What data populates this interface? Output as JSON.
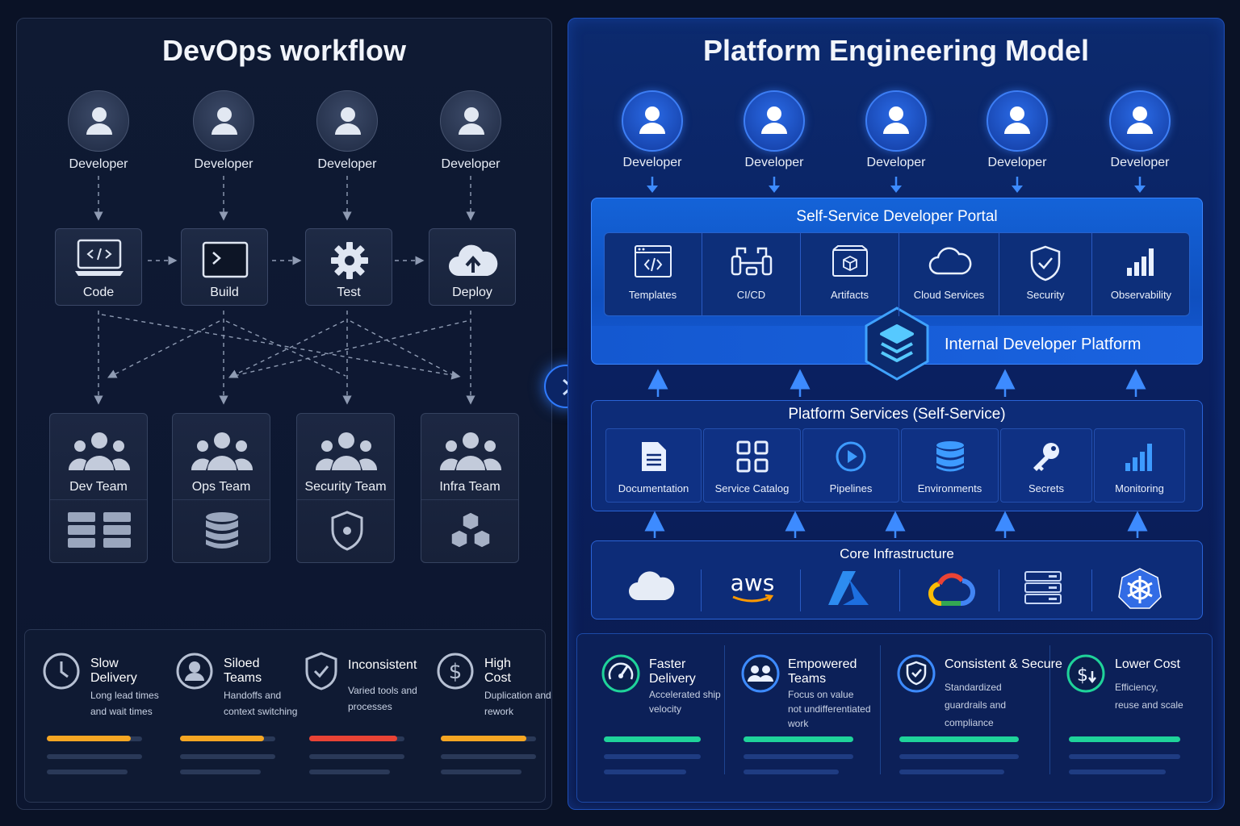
{
  "left": {
    "title": "DevOps workflow",
    "developers": [
      "Developer",
      "Developer",
      "Developer",
      "Developer"
    ],
    "stages": [
      {
        "label": "Code",
        "icon": "laptop-code-icon"
      },
      {
        "label": "Build",
        "icon": "terminal-icon"
      },
      {
        "label": "Test",
        "icon": "gear-icon"
      },
      {
        "label": "Deploy",
        "icon": "cloud-upload-icon"
      }
    ],
    "teams": [
      {
        "label": "Dev Team",
        "icon": "server-rack-icon"
      },
      {
        "label": "Ops Team",
        "icon": "database-icon"
      },
      {
        "label": "Security Team",
        "icon": "shield-icon"
      },
      {
        "label": "Infra Team",
        "icon": "cubes-icon"
      }
    ],
    "metrics": [
      {
        "title1": "Slow",
        "title2": "Delivery",
        "desc1": "Long lead times",
        "desc2": "and wait times",
        "bar_fill": 0.88,
        "bar_color": "#f5a623",
        "icon": "clock-icon"
      },
      {
        "title1": "Siloed",
        "title2": "Teams",
        "desc1": "Handoffs and",
        "desc2": "context switching",
        "bar_fill": 0.88,
        "bar_color": "#f5a623",
        "icon": "user-circle-icon"
      },
      {
        "title1": "Inconsistent",
        "title2": "",
        "desc1": "Varied tools and",
        "desc2": "processes",
        "bar_fill": 0.92,
        "bar_color": "#e94335",
        "icon": "shield-check-icon"
      },
      {
        "title1": "High",
        "title2": "Cost",
        "desc1": "Duplication and",
        "desc2": "rework",
        "bar_fill": 0.9,
        "bar_color": "#f5a623",
        "icon": "dollar-circle-icon"
      }
    ]
  },
  "right": {
    "title": "Platform Engineering Model",
    "developers": [
      "Developer",
      "Developer",
      "Developer",
      "Developer",
      "Developer"
    ],
    "portal": {
      "title": "Self-Service Developer Portal",
      "items": [
        {
          "label": "Templates",
          "icon": "template-window-icon"
        },
        {
          "label": "CI/CD",
          "icon": "pipeline-icon"
        },
        {
          "label": "Artifacts",
          "icon": "package-icon"
        },
        {
          "label": "Cloud Services",
          "icon": "cloud-icon"
        },
        {
          "label": "Security",
          "icon": "shield-check-icon"
        },
        {
          "label": "Observability",
          "icon": "bar-chart-icon"
        }
      ]
    },
    "idp": {
      "label": "Internal Developer Platform",
      "icon": "layers-hexagon-icon"
    },
    "services": {
      "title": "Platform Services (Self-Service)",
      "items": [
        {
          "label": "Documentation",
          "icon": "document-icon"
        },
        {
          "label": "Service Catalog",
          "icon": "catalog-icon"
        },
        {
          "label": "Pipelines",
          "icon": "play-circle-icon"
        },
        {
          "label": "Environments",
          "icon": "database-icon"
        },
        {
          "label": "Secrets",
          "icon": "key-icon"
        },
        {
          "label": "Monitoring",
          "icon": "bar-chart-icon"
        }
      ]
    },
    "core": {
      "title": "Core Infrastructure",
      "providers": [
        {
          "icon": "cloud-icon"
        },
        {
          "icon": "aws-logo-icon",
          "text": "aws"
        },
        {
          "icon": "azure-logo-icon"
        },
        {
          "icon": "google-cloud-logo-icon"
        },
        {
          "icon": "server-rack-icon"
        },
        {
          "icon": "kubernetes-logo-icon"
        }
      ]
    },
    "metrics": [
      {
        "title1": "Faster",
        "title2": "Delivery",
        "desc": [
          "Accelerated ship",
          "velocity"
        ],
        "icon": "speedometer-icon"
      },
      {
        "title1": "Empowered",
        "title2": "Teams",
        "desc": [
          "Focus on value",
          "not undifferentiated",
          "work"
        ],
        "icon": "team-circle-icon"
      },
      {
        "title1": "Consistent & Secure",
        "title2": "",
        "desc": [
          "Standardized",
          "guardrails and",
          "compliance"
        ],
        "icon": "shield-check-icon"
      },
      {
        "title1": "Lower Cost",
        "title2": "",
        "desc": [
          "Efficiency,",
          "reuse and scale"
        ],
        "icon": "dollar-down-icon"
      }
    ],
    "bar_color": "#1fd39a"
  },
  "colors": {
    "accent": "#2f7bff",
    "background": "#0a1226"
  }
}
